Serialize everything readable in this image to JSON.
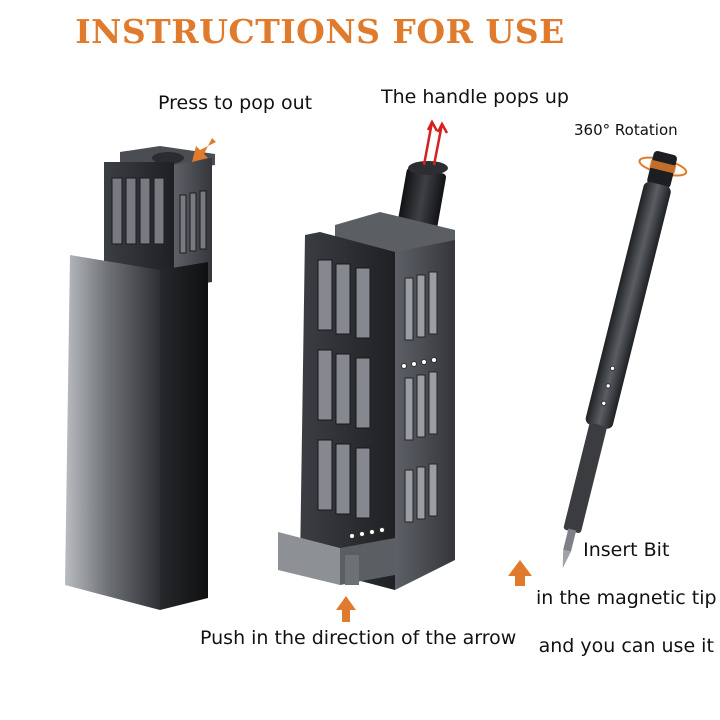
{
  "title": "INSTRUCTIONS FOR USE",
  "labels": {
    "press": "Press to pop out",
    "handle": "The handle pops up",
    "rotation": "360° Rotation",
    "push": "Push in the direction of the arrow",
    "insert_line1": "Insert Bit",
    "insert_line2": "in the magnetic tip",
    "insert_line3": "and you can use it"
  },
  "colors": {
    "accent": "#e07b2e",
    "arrow_red": "#d62020",
    "body_dark": "#2a2c30",
    "body_mid": "#5a5d62",
    "body_light": "#9a9da2"
  }
}
